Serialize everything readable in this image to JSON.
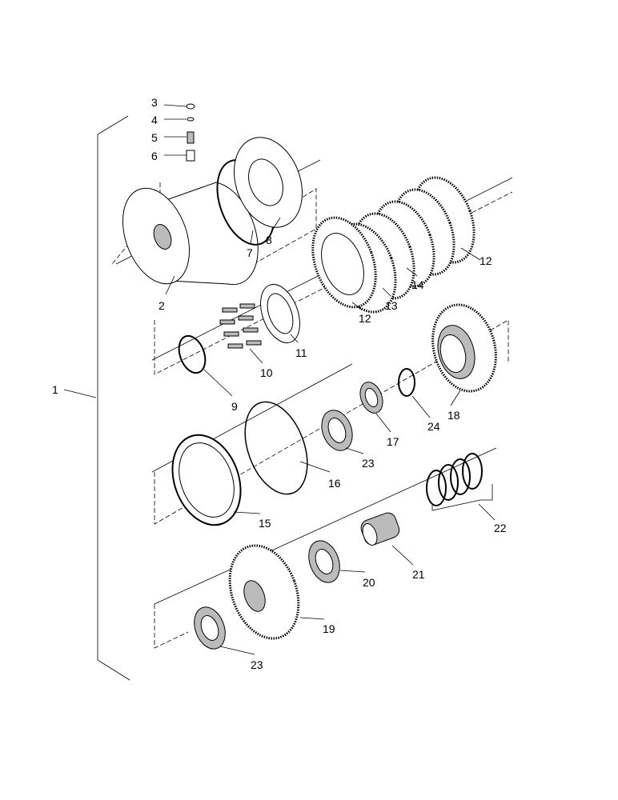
{
  "diagram": {
    "callouts": [
      {
        "id": "1",
        "label": "1"
      },
      {
        "id": "2",
        "label": "2"
      },
      {
        "id": "3",
        "label": "3"
      },
      {
        "id": "4",
        "label": "4"
      },
      {
        "id": "5",
        "label": "5"
      },
      {
        "id": "6",
        "label": "6"
      },
      {
        "id": "7",
        "label": "7"
      },
      {
        "id": "8",
        "label": "8"
      },
      {
        "id": "9",
        "label": "9"
      },
      {
        "id": "10",
        "label": "10"
      },
      {
        "id": "11",
        "label": "11"
      },
      {
        "id": "12a",
        "label": "12"
      },
      {
        "id": "12b",
        "label": "12"
      },
      {
        "id": "13",
        "label": "13"
      },
      {
        "id": "14",
        "label": "14"
      },
      {
        "id": "15",
        "label": "15"
      },
      {
        "id": "16",
        "label": "16"
      },
      {
        "id": "17",
        "label": "17"
      },
      {
        "id": "18",
        "label": "18"
      },
      {
        "id": "19",
        "label": "19"
      },
      {
        "id": "20",
        "label": "20"
      },
      {
        "id": "21",
        "label": "21"
      },
      {
        "id": "22",
        "label": "22"
      },
      {
        "id": "23a",
        "label": "23"
      },
      {
        "id": "23b",
        "label": "23"
      },
      {
        "id": "24",
        "label": "24"
      }
    ]
  }
}
